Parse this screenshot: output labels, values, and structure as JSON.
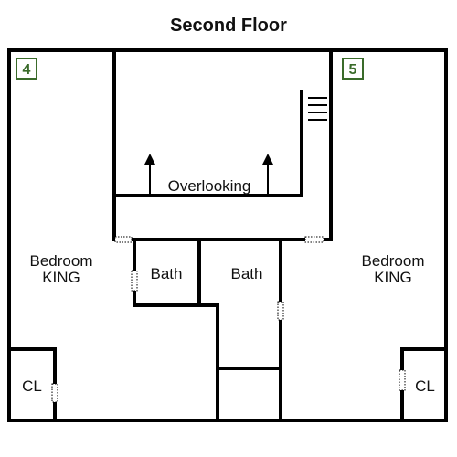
{
  "title": "Second Floor",
  "rooms": {
    "bedroom_left": {
      "name": "Bedroom",
      "bed": "KING",
      "number": "4"
    },
    "bedroom_right": {
      "name": "Bedroom",
      "bed": "KING",
      "number": "5"
    },
    "bath_left": "Bath",
    "bath_right": "Bath",
    "closet_left": "CL",
    "closet_right": "CL",
    "overlook": "Overlooking"
  },
  "colors": {
    "room_number": "#3a6b2a",
    "walls": "#000000"
  },
  "icons": [
    "stairs-icon",
    "arrow-up-icon"
  ]
}
